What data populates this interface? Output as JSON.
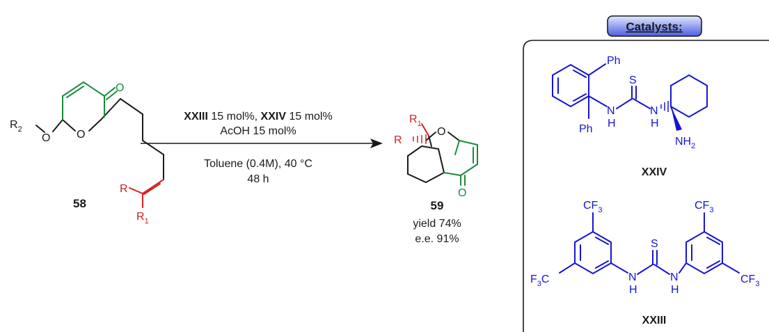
{
  "colors": {
    "black": "#1a1a1a",
    "green": "#1a8a3c",
    "red": "#d42020",
    "blue": "#1414d4",
    "badge_top": "#d8e0ff",
    "badge_bottom": "#4b5fe0"
  },
  "reactant": {
    "compound_number": "58",
    "o_ring": "O",
    "o_carbonyl": "O",
    "r2": "R",
    "r2_sub": "2",
    "o_ether": "O",
    "r": "R",
    "r1": "R",
    "r1_sub": "1"
  },
  "conditions": {
    "catalyst_a": "XXIII",
    "catalyst_a_loading": " 15 mol%, ",
    "catalyst_b": "XXIV",
    "catalyst_b_loading": " 15 mol%",
    "additive": "AcOH 15 mol%",
    "solvent_temp": "Toluene (0.4M), 40 °C",
    "time": "48 h"
  },
  "product": {
    "compound_number": "59",
    "r1": "R",
    "r1_sub": "1",
    "r": "R",
    "o_bridge": "O",
    "o_carbonyl": "O",
    "yield": "yield 74%",
    "ee": "e.e. 91%"
  },
  "catalysts_panel": {
    "title": "Catalysts:",
    "xxiv": {
      "label": "XXIV",
      "ph_top": "Ph",
      "ph_bottom": "Ph",
      "s": "S",
      "nh1": "N",
      "nh1_h": "H",
      "nh2": "N",
      "nh2_h": "H",
      "nh2_amine": "NH",
      "nh2_amine_sub": "2"
    },
    "xxiii": {
      "label": "XXIII",
      "cf3_a": "CF",
      "cf3_a_sub": "3",
      "cf3_b": "CF",
      "cf3_b_sub": "3",
      "cf3_c_prefix": "F",
      "cf3_c_mid": "3",
      "cf3_c_suffix": "C",
      "cf3_d": "CF",
      "cf3_d_sub": "3",
      "s": "S",
      "n1": "N",
      "n1_h": "H",
      "n2": "N",
      "n2_h": "H"
    }
  }
}
